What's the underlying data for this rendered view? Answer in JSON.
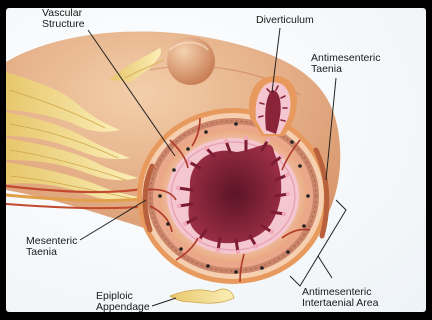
{
  "labels": {
    "vascular_structure": [
      "Vascular",
      "Structure"
    ],
    "diverticulum": "Diverticulum",
    "antimesenteric_taenia": [
      "Antimesenteric",
      "Taenia"
    ],
    "mesenteric_taenia": [
      "Mesenteric",
      "Taenia"
    ],
    "epiploic_appendage": [
      "Epiploic",
      "Appendage"
    ],
    "antimesenteric_intertaenial_area": [
      "Antimesenteric",
      "Intertaenial Area"
    ]
  },
  "colors": {
    "frame": "#000000",
    "background": "#ffffff",
    "mesentery": "#e7b58f",
    "fat": "#f0dc8c",
    "wall_outer": "#e89a5e",
    "muscle": "#c9846a",
    "submucosa": "#f3c9b6",
    "mucosa_pink": "#f4c6d0",
    "lumen": "#8a2438",
    "vessel": "#b03a2a",
    "leader": "#222222"
  }
}
